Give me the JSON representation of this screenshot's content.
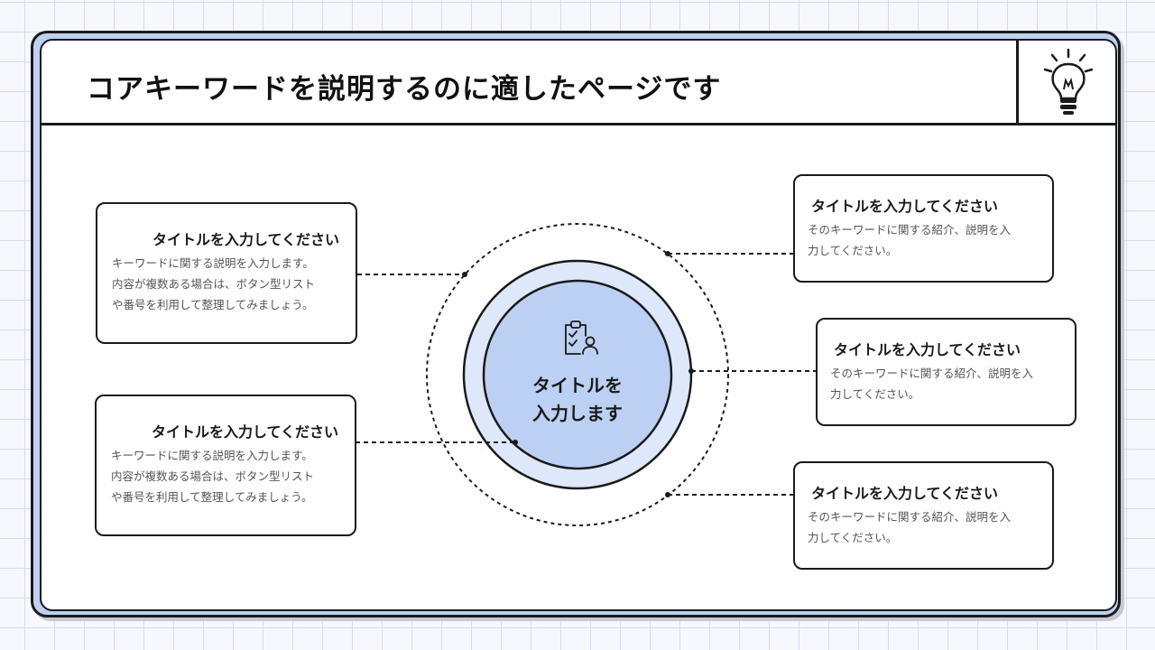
{
  "page": {
    "title": "コアキーワードを説明するのに適したページです",
    "header_icon": "lightbulb-icon"
  },
  "center": {
    "icon": "clipboard-checklist-user-icon",
    "title_line1": "タイトルを",
    "title_line2": "入力します"
  },
  "left_boxes": [
    {
      "title": "タイトルを入力してください",
      "lines": [
        "キーワードに関する説明を入力します。",
        "内容が複数ある場合は、ボタン型リスト",
        "や番号を利用して整理してみましょう。"
      ]
    },
    {
      "title": "タイトルを入力してください",
      "lines": [
        "キーワードに関する説明を入力します。",
        "内容が複数ある場合は、ボタン型リスト",
        "や番号を利用して整理してみましょう。"
      ]
    }
  ],
  "right_boxes": [
    {
      "title": "タイトルを入力してください",
      "lines": [
        "そのキーワードに関する紹介、説明を入",
        "力してください。"
      ]
    },
    {
      "title": "タイトルを入力してください",
      "lines": [
        "そのキーワードに関する紹介、説明を入",
        "力してください。"
      ]
    },
    {
      "title": "タイトルを入力してください",
      "lines": [
        "そのキーワードに関する紹介、説明を入",
        "力してください。"
      ]
    }
  ],
  "colors": {
    "accent": "#bfd0f4",
    "center_outer": "#dde8fb",
    "center_inner": "#bcd0f3",
    "stroke": "#1a1a1a"
  }
}
